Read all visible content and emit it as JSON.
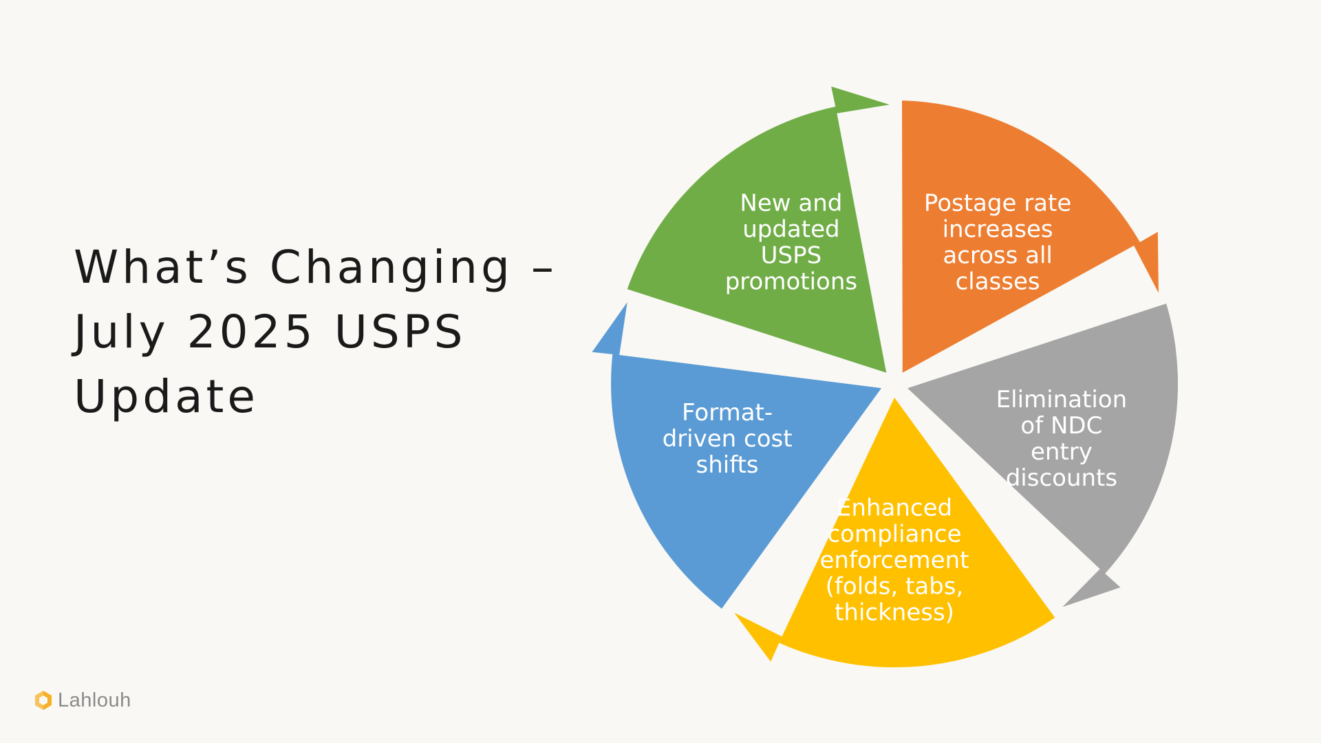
{
  "slide": {
    "title_lines": [
      "What’s Changing –",
      "July 2025 USPS",
      "Update"
    ]
  },
  "cycle": {
    "segments": [
      {
        "id": "postage-rate",
        "color": "#ed7d31",
        "lines": [
          "Postage rate",
          "increases",
          "across all",
          "classes"
        ]
      },
      {
        "id": "ndc-elimination",
        "color": "#a5a5a5",
        "lines": [
          "Elimination",
          "of NDC",
          "entry",
          "discounts"
        ]
      },
      {
        "id": "compliance",
        "color": "#ffc000",
        "lines": [
          "Enhanced",
          "compliance",
          "enforcement",
          "(folds, tabs,",
          "thickness)"
        ]
      },
      {
        "id": "format-cost",
        "color": "#5b9bd5",
        "lines": [
          "Format-",
          "driven cost",
          "shifts"
        ]
      },
      {
        "id": "promotions",
        "color": "#70ad47",
        "lines": [
          "New and",
          "updated",
          "USPS",
          "promotions"
        ]
      }
    ]
  },
  "footer": {
    "logo_text": "Lahlouh",
    "logo_colors": [
      "#f5b027",
      "#9b9b9b"
    ]
  }
}
